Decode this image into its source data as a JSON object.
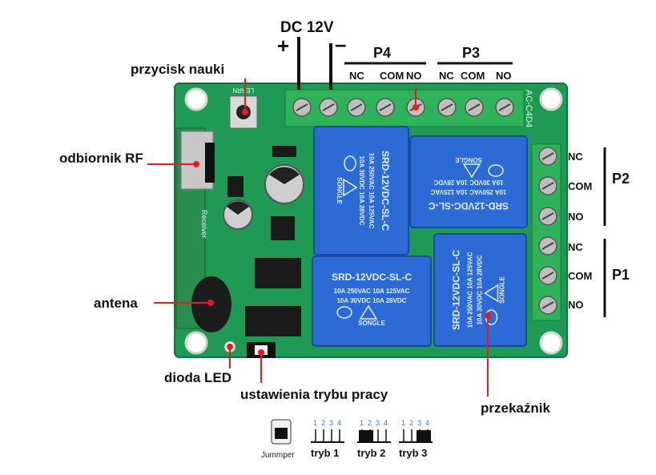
{
  "labels": {
    "dc": "DC 12V",
    "plus": "+",
    "minus": "–",
    "learn_button": "przycisk nauki",
    "rf_receiver": "odbiornik RF",
    "antenna": "antena",
    "led": "dioda LED",
    "mode_setting": "ustawienia trybu pracy",
    "relay": "przekaźnik",
    "pcb_learn": "LEARN",
    "pcb_board_code": "AC-C4D4",
    "pcb_receiver": "Receiver"
  },
  "top_groups": [
    {
      "name": "P4",
      "terminals": [
        "NC",
        "COM",
        "NO"
      ]
    },
    {
      "name": "P3",
      "terminals": [
        "NC",
        "COM",
        "NO"
      ]
    }
  ],
  "side_groups": [
    {
      "name": "P2",
      "terminals": [
        "NC",
        "COM",
        "NO"
      ]
    },
    {
      "name": "P1",
      "terminals": [
        "NC",
        "COM",
        "NO"
      ]
    }
  ],
  "relay_text": {
    "model": "SRD-12VDC-SL-C",
    "line1": "10A 250VAC 10A 125VAC",
    "line2": "10A 30VDC 10A 28VDC",
    "brand": "SONGLE"
  },
  "legend": {
    "jumper_label": "Jummper",
    "pin_numbers": [
      "1",
      "2",
      "3",
      "4"
    ],
    "modes": [
      {
        "label": "tryb 1",
        "filled": []
      },
      {
        "label": "tryb 2",
        "filled": [
          1,
          2
        ]
      },
      {
        "label": "tryb 3",
        "filled": [
          3,
          4
        ]
      }
    ]
  },
  "colors": {
    "pcb": "#1f9a55",
    "terminal": "#2fb35a",
    "relay": "#2c6bd6",
    "annotation_red": "#e01e1e"
  }
}
